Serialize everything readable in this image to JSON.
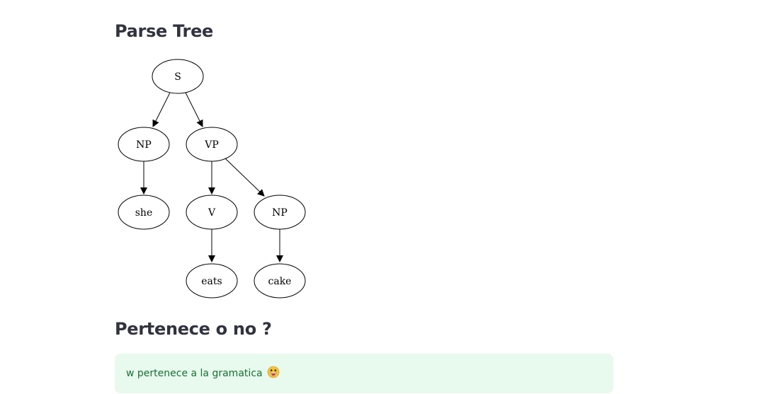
{
  "sections": {
    "parse_tree_title": "Parse Tree",
    "membership_title": "Pertenece o no ?"
  },
  "tree": {
    "nodes": [
      {
        "id": "s",
        "label": "S"
      },
      {
        "id": "np1",
        "label": "NP"
      },
      {
        "id": "vp",
        "label": "VP"
      },
      {
        "id": "she",
        "label": "she"
      },
      {
        "id": "v",
        "label": "V"
      },
      {
        "id": "np2",
        "label": "NP"
      },
      {
        "id": "eats",
        "label": "eats"
      },
      {
        "id": "cake",
        "label": "cake"
      }
    ],
    "edges": [
      {
        "from": "S",
        "to": "NP"
      },
      {
        "from": "S",
        "to": "VP"
      },
      {
        "from": "NP",
        "to": "she"
      },
      {
        "from": "VP",
        "to": "V"
      },
      {
        "from": "VP",
        "to": "NP"
      },
      {
        "from": "V",
        "to": "eats"
      },
      {
        "from": "NP",
        "to": "cake"
      }
    ]
  },
  "result": {
    "message": "w pertenece a la gramatica",
    "icon": "grinning-face-emoji-icon",
    "background_color": "#e8f9ee",
    "text_color": "#177233"
  }
}
